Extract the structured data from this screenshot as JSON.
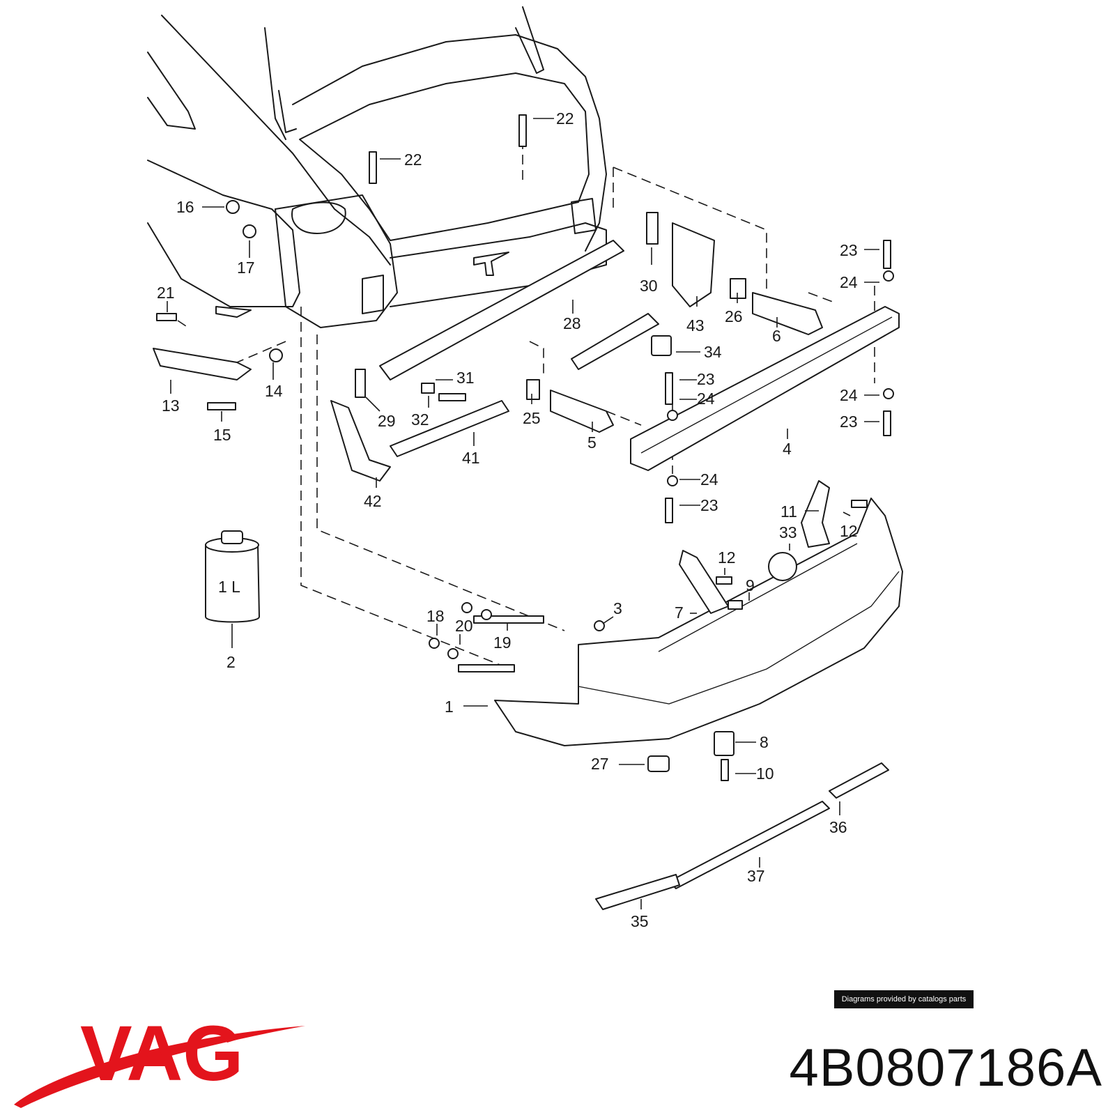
{
  "diagram": {
    "callouts": [
      {
        "n": "1"
      },
      {
        "n": "2"
      },
      {
        "n": "3"
      },
      {
        "n": "4"
      },
      {
        "n": "5"
      },
      {
        "n": "6"
      },
      {
        "n": "7"
      },
      {
        "n": "8"
      },
      {
        "n": "9"
      },
      {
        "n": "10"
      },
      {
        "n": "11"
      },
      {
        "n": "12"
      },
      {
        "n": "12"
      },
      {
        "n": "13"
      },
      {
        "n": "14"
      },
      {
        "n": "15"
      },
      {
        "n": "16"
      },
      {
        "n": "17"
      },
      {
        "n": "18"
      },
      {
        "n": "19"
      },
      {
        "n": "20"
      },
      {
        "n": "21"
      },
      {
        "n": "22"
      },
      {
        "n": "22"
      },
      {
        "n": "23"
      },
      {
        "n": "23"
      },
      {
        "n": "23"
      },
      {
        "n": "23"
      },
      {
        "n": "24"
      },
      {
        "n": "24"
      },
      {
        "n": "24"
      },
      {
        "n": "24"
      },
      {
        "n": "25"
      },
      {
        "n": "26"
      },
      {
        "n": "27"
      },
      {
        "n": "28"
      },
      {
        "n": "29"
      },
      {
        "n": "30"
      },
      {
        "n": "31"
      },
      {
        "n": "32"
      },
      {
        "n": "33"
      },
      {
        "n": "34"
      },
      {
        "n": "35"
      },
      {
        "n": "36"
      },
      {
        "n": "37"
      },
      {
        "n": "41"
      },
      {
        "n": "42"
      },
      {
        "n": "43"
      }
    ],
    "container_label": "1 L"
  },
  "credit": "Diagrams provided by catalogs parts",
  "brand": {
    "name": "VAG",
    "color": "#e3141c"
  },
  "part_number": "4B0807186A"
}
